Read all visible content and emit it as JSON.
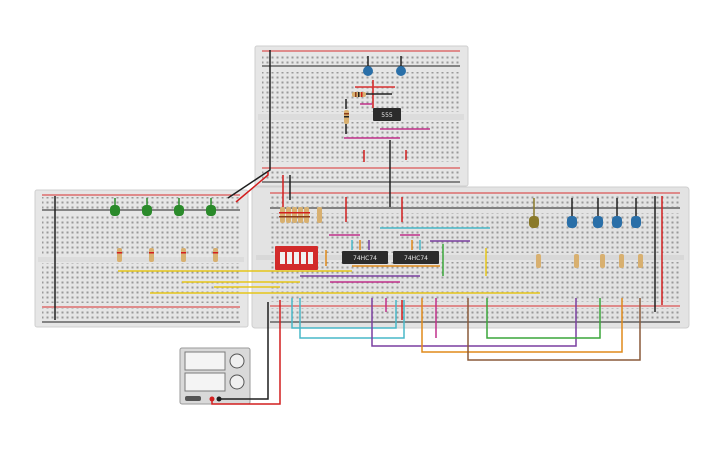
{
  "chips": {
    "timer": "555",
    "flipflop_a": "74HC74",
    "flipflop_b": "74HC74"
  },
  "colors": {
    "board": "#e6e6e6",
    "rail_red": "#d83030",
    "rail_black": "#222222",
    "led_green": "#2a8a2a",
    "led_blue": "#2a6fa8",
    "led_olive": "#8a7a2a",
    "dip_switch": "#d22a2a",
    "wire_yellow": "#e6c619",
    "wire_purple": "#7a3fa0",
    "wire_orange": "#e08a1a",
    "wire_green": "#3aa63a",
    "wire_cyan": "#48b8c8",
    "wire_brown": "#8a5a3a",
    "wire_magenta": "#c0308a",
    "wire_red": "#d21e1e",
    "wire_black": "#1e1e1e"
  },
  "icons": [
    "led-icon",
    "resistor-icon",
    "capacitor-icon",
    "dip-switch-icon",
    "power-supply-icon"
  ]
}
